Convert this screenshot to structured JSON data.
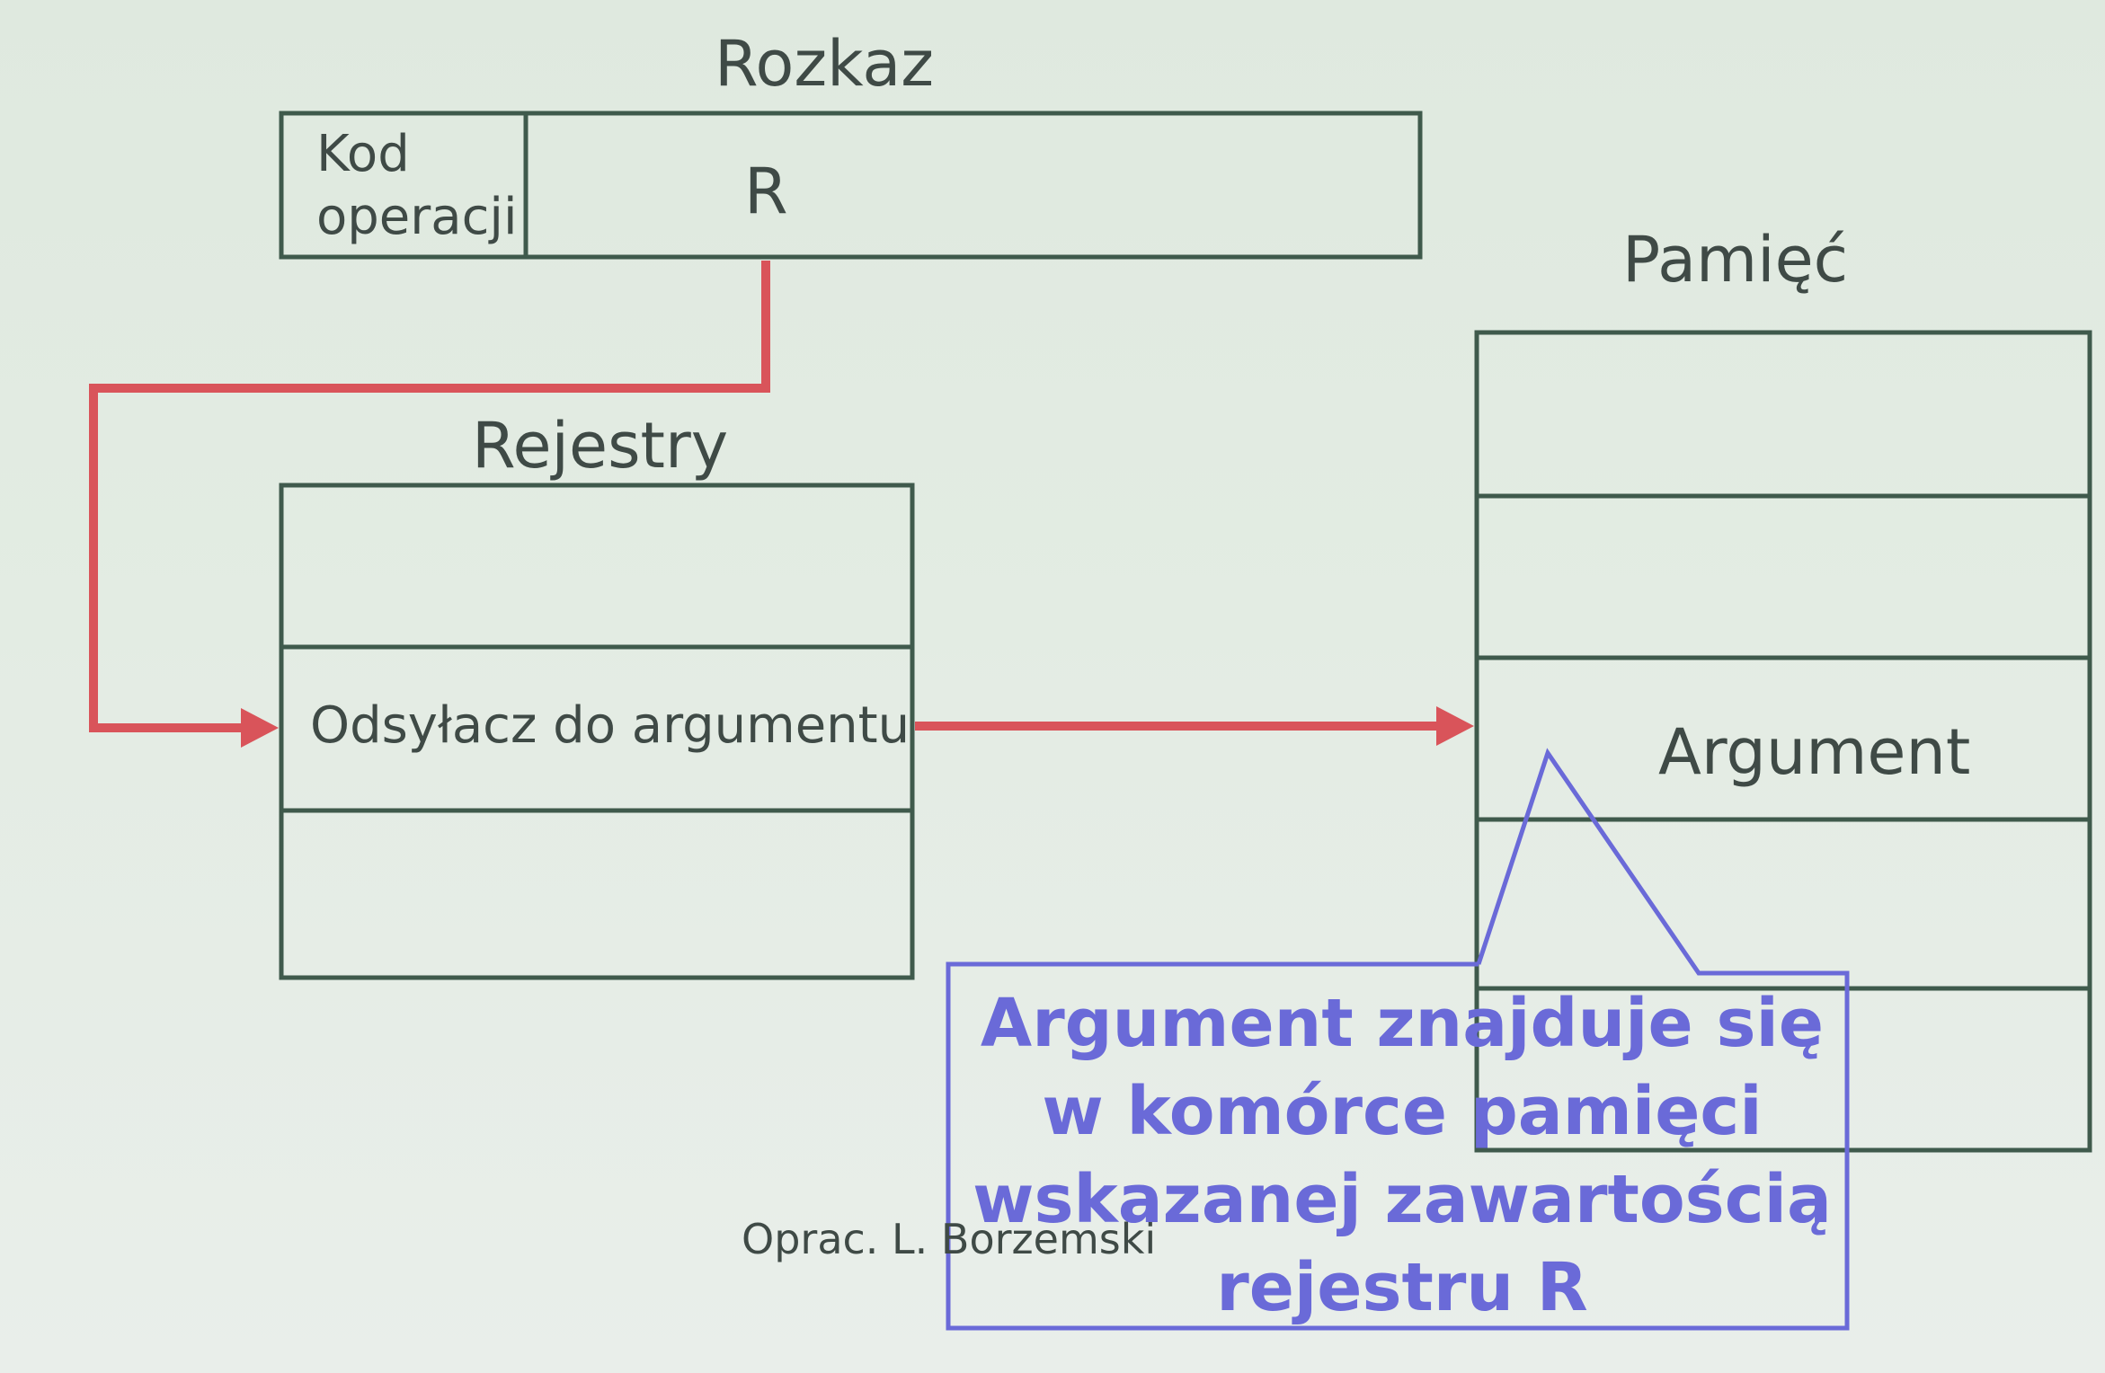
{
  "instruction": {
    "title": "Rozkaz",
    "opcode_label_line1": "Kod",
    "opcode_label_line2": "operacji",
    "register_field": "R"
  },
  "registers": {
    "title": "Rejestry",
    "pointer_cell": "Odsyłacz do argumentu"
  },
  "memory": {
    "title": "Pamięć",
    "argument_cell": "Argument"
  },
  "callout": {
    "lines": [
      "Argument znajduje się",
      "w komórce pamięci",
      "wskazanej zawartością",
      "rejestru R"
    ]
  },
  "credit": "Oprac. L. Borzemski",
  "colors": {
    "box_stroke": "#3f5a4c",
    "arrow": "#d9545a",
    "callout": "#6a6ad8"
  }
}
